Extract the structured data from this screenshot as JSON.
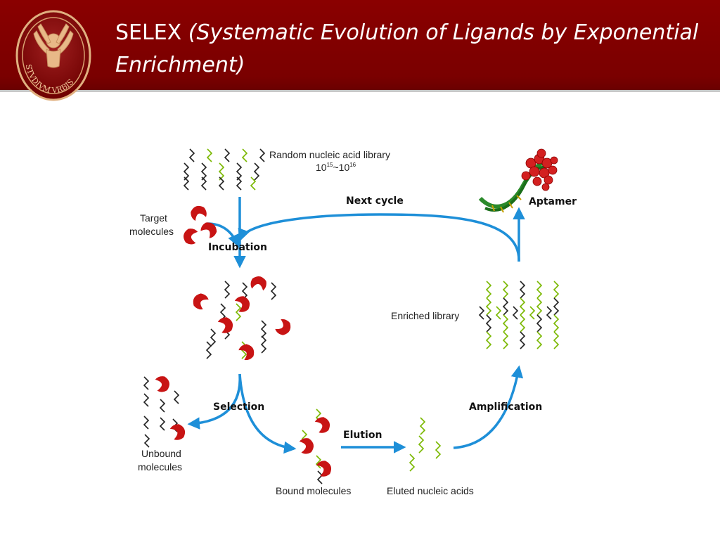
{
  "slide": {
    "title_main": "SELEX",
    "title_italic": "(Systematic Evolution of Ligands by Exponential Enrichment)",
    "logo_text": "STVDIVM VRBIS",
    "colors": {
      "header": "#7a0000",
      "arrow": "#1e8fd8",
      "target": "#c81414",
      "strand_green": "#7ab800",
      "strand_dark": "#222222"
    }
  },
  "diagram": {
    "library_label": "Random nucleic acid library",
    "library_size_base1": "10",
    "library_size_exp1": "15",
    "library_size_sep": "~10",
    "library_size_exp2": "16",
    "target_label_1": "Target",
    "target_label_2": "molecules",
    "incubation": "Incubation",
    "next_cycle": "Next cycle",
    "aptamer": "Aptamer",
    "enriched_library": "Enriched library",
    "selection": "Selection",
    "unbound_1": "Unbound",
    "unbound_2": "molecules",
    "elution": "Elution",
    "amplification": "Amplification",
    "bound_molecules": "Bound molecules",
    "eluted_nucleic_acids": "Eluted nucleic acids"
  }
}
